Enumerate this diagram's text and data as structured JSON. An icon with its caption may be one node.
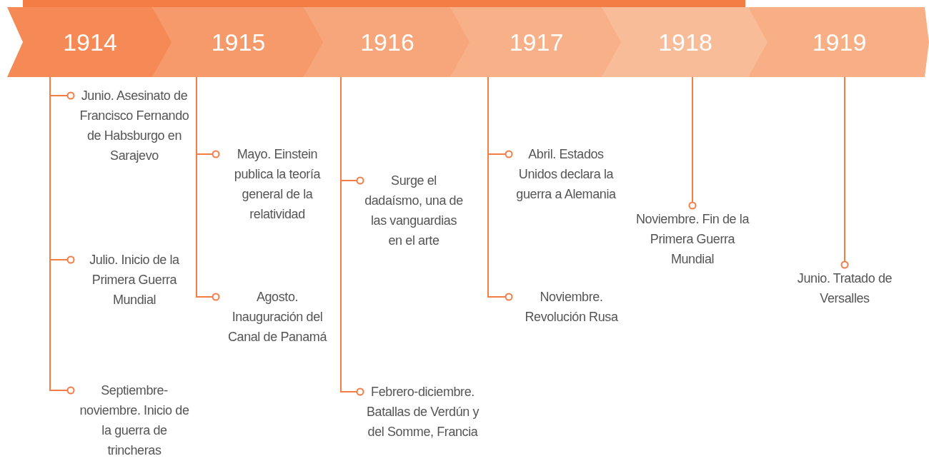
{
  "diagram": {
    "nodes": [
      {
        "text": [
          "1914"
        ]
      },
      {
        "text": [
          "1915"
        ]
      },
      {
        "text": [
          "1916"
        ]
      },
      {
        "text": [
          "1917"
        ]
      },
      {
        "text": [
          "1918"
        ]
      },
      {
        "text": [
          "1919"
        ]
      },
      {
        "text": [
          "Junio. Asesinato de Francisco Fernando de Habsburgo en Sarajevo"
        ]
      },
      {
        "text": [
          "Julio. Inicio de la Primera Guerra Mundial"
        ]
      },
      {
        "text": [
          "Septiembre- noviembre. Inicio de la guerra de trincheras"
        ]
      },
      {
        "text": [
          "Mayo. Einstein publica la teoría general de la relatividad"
        ]
      },
      {
        "text": [
          "Agosto. Inauguración del Canal de Panamá"
        ]
      },
      {
        "text": [
          "Surge el dadaísmo, una de las vanguardias en el arte"
        ]
      },
      {
        "text": [
          "Febrero-diciembre. Batallas de Verdún y del Somme, Francia"
        ]
      },
      {
        "text": [
          "Abril. Estados Unidos declara la guerra a Alemania"
        ]
      },
      {
        "text": [
          "Noviembre. Revolución Rusa"
        ]
      },
      {
        "text": [
          "Noviembre. Fin de la Primera Guerra Mundial"
        ]
      },
      {
        "text": [
          "Junio. Tratado de Versalles"
        ]
      }
    ],
    "edges": [
      {
        "from": 0,
        "to": 6,
        "arrow": "other"
      },
      {
        "from": 0,
        "to": 7,
        "arrow": "other"
      },
      {
        "from": 0,
        "to": 8,
        "arrow": "other"
      },
      {
        "from": 1,
        "to": 9,
        "arrow": "other"
      },
      {
        "from": 1,
        "to": 10,
        "arrow": "other"
      },
      {
        "from": 2,
        "to": 11,
        "arrow": "other"
      },
      {
        "from": 2,
        "to": 12,
        "arrow": "other"
      },
      {
        "from": 3,
        "to": 13,
        "arrow": "other"
      },
      {
        "from": 3,
        "to": 14,
        "arrow": "other"
      },
      {
        "from": 4,
        "to": 15,
        "arrow": "other"
      },
      {
        "from": 5,
        "to": 16,
        "arrow": "other"
      }
    ]
  }
}
